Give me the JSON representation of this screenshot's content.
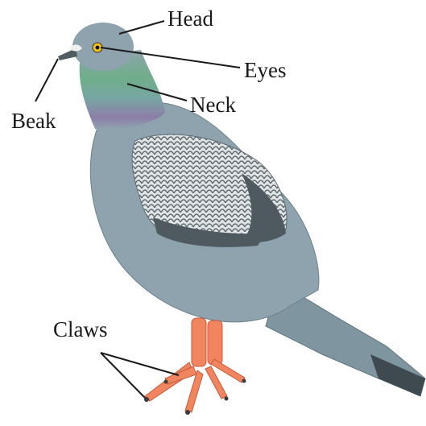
{
  "labels": {
    "head": "Head",
    "eyes": "Eyes",
    "neck": "Neck",
    "beak": "Beak",
    "claws": "Claws"
  },
  "colors": {
    "body": "#8ea3ad",
    "body_dark": "#6f8792",
    "wing_light": "#d6dadb",
    "wing_dark": "#4e5a5f",
    "neck_green": "#6fae8a",
    "neck_purple": "#8d7ea8",
    "feet": "#f0855f",
    "eye": "#f2c21a",
    "label_text": "#1a1a1a",
    "leader_line": "#1a1a1a"
  }
}
